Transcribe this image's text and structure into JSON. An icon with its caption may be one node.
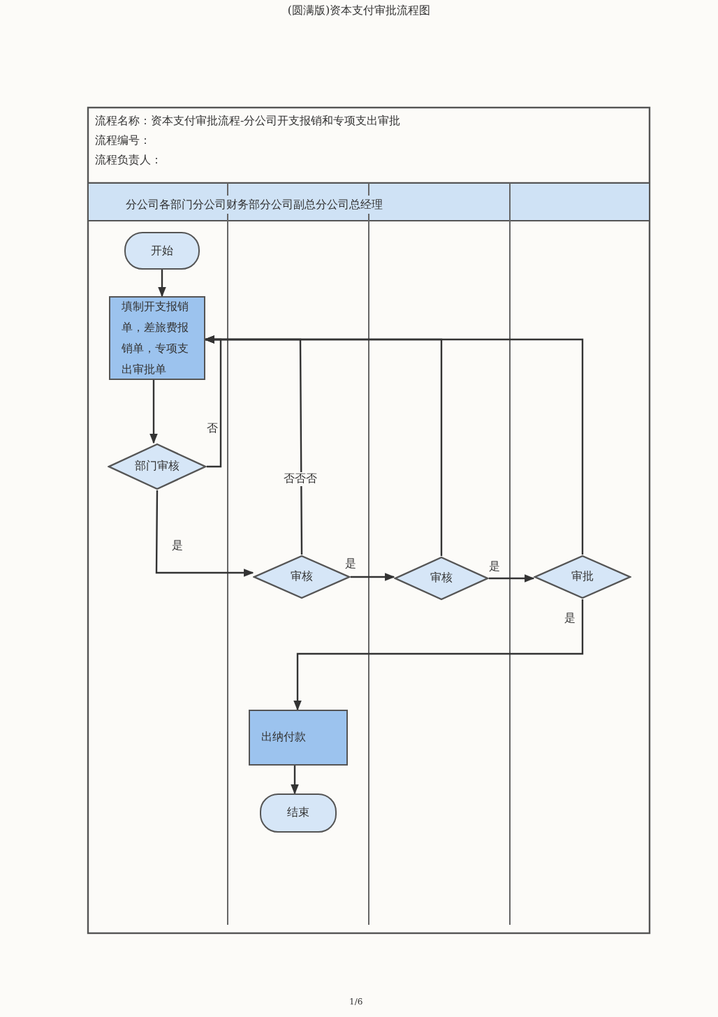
{
  "diagram": {
    "title": "(圆满版)资本支付审批流程图",
    "nodes": [
      {
        "text": [
          "开始"
        ]
      },
      {
        "text": [
          "填制开支报销单，差旅费报销单，专项支出审批单"
        ]
      },
      {
        "text": [
          "部门审核"
        ]
      },
      {
        "text": [
          "审核"
        ]
      },
      {
        "text": [
          "审核"
        ]
      },
      {
        "text": [
          "审批"
        ]
      },
      {
        "text": [
          "出纳付款"
        ]
      },
      {
        "text": [
          "结束"
        ]
      }
    ],
    "edges": [
      {
        "from": 0,
        "to": 1,
        "arrow": "to"
      },
      {
        "from": 1,
        "to": 2,
        "arrow": "to"
      },
      {
        "from": 2,
        "to": 1,
        "arrow": "to",
        "label": "否"
      },
      {
        "from": 2,
        "to": 3,
        "arrow": "to",
        "label": "是"
      },
      {
        "from": 3,
        "to": 1,
        "arrow": "to",
        "label": "否否否"
      },
      {
        "from": 4,
        "to": 1,
        "arrow": "to"
      },
      {
        "from": 5,
        "to": 1,
        "arrow": "to"
      },
      {
        "from": 3,
        "to": 4,
        "arrow": "to",
        "label": "是"
      },
      {
        "from": 4,
        "to": 5,
        "arrow": "to",
        "label": "是"
      },
      {
        "from": 5,
        "to": 6,
        "arrow": "to",
        "label": "是"
      },
      {
        "from": 6,
        "to": 7,
        "arrow": "to"
      }
    ],
    "labels": [
      "流程名称：资本支付审批流程-分公司开支报销和专项支出审批",
      "流程编号：",
      "流程负责人：",
      "分公司各部门分公司财务部分公司副总分公司总经理",
      "1/6"
    ]
  }
}
